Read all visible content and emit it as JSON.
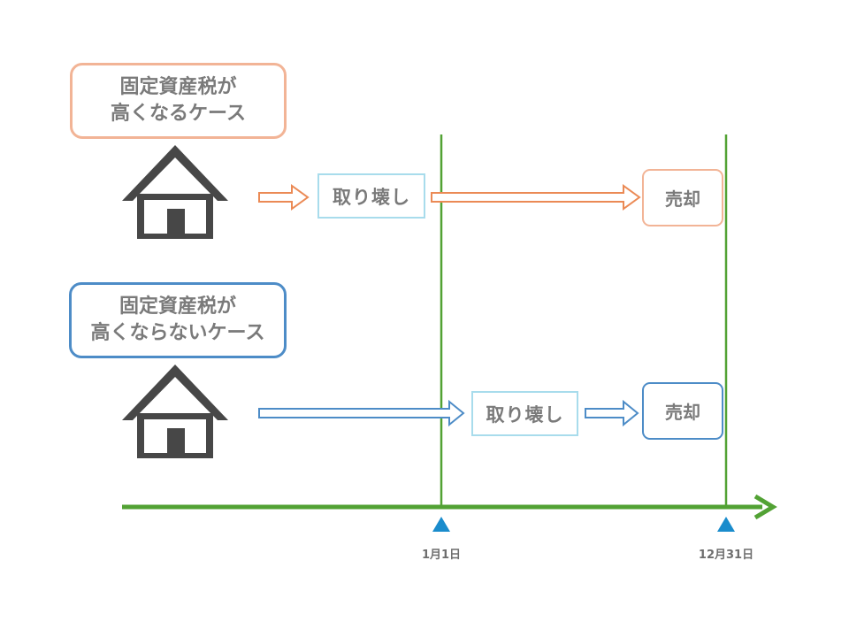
{
  "colors": {
    "orange": "#eb8a55",
    "orange_light": "#f2b496",
    "blue": "#4d8cc7",
    "light_blue": "#a8dcec",
    "green": "#52a234",
    "triangle": "#1a8ccc",
    "house": "#474747",
    "text": "#7a7a7a"
  },
  "case_high": {
    "line1": "固定資産税が",
    "line2": "高くなるケース",
    "demolition": "取り壊し",
    "sale": "売却"
  },
  "case_low": {
    "line1": "固定資産税が",
    "line2": "高くならないケース",
    "demolition": "取り壊し",
    "sale": "売却"
  },
  "timeline": {
    "date_jan1": "1月1日",
    "date_dec31": "12月31日"
  },
  "icons": [
    "house-icon",
    "arrow-icon",
    "triangle-marker-icon"
  ]
}
